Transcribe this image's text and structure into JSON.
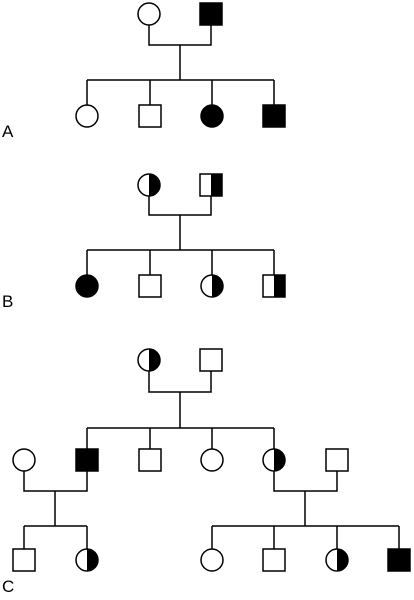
{
  "colors": {
    "stroke": "#000000",
    "affected": "#000000",
    "unaffected": "#ffffff"
  },
  "panels": [
    {
      "label": "A",
      "parents": [
        {
          "sex": "female",
          "status": "unaffected"
        },
        {
          "sex": "male",
          "status": "affected"
        }
      ],
      "children": [
        {
          "sex": "female",
          "status": "unaffected"
        },
        {
          "sex": "male",
          "status": "unaffected"
        },
        {
          "sex": "female",
          "status": "affected"
        },
        {
          "sex": "male",
          "status": "affected"
        }
      ]
    },
    {
      "label": "B",
      "parents": [
        {
          "sex": "female",
          "status": "carrier"
        },
        {
          "sex": "male",
          "status": "carrier"
        }
      ],
      "children": [
        {
          "sex": "female",
          "status": "affected"
        },
        {
          "sex": "male",
          "status": "unaffected"
        },
        {
          "sex": "female",
          "status": "carrier"
        },
        {
          "sex": "male",
          "status": "carrier"
        }
      ]
    },
    {
      "label": "C",
      "parents": [
        {
          "sex": "female",
          "status": "carrier"
        },
        {
          "sex": "male",
          "status": "unaffected"
        }
      ],
      "children": [
        {
          "sex": "male",
          "status": "affected"
        },
        {
          "sex": "male",
          "status": "unaffected"
        },
        {
          "sex": "female",
          "status": "unaffected"
        },
        {
          "sex": "female",
          "status": "carrier"
        }
      ],
      "spouses": [
        {
          "sex": "female",
          "status": "unaffected"
        },
        {
          "sex": "male",
          "status": "unaffected"
        }
      ],
      "grandchildren_left": [
        {
          "sex": "male",
          "status": "unaffected"
        },
        {
          "sex": "female",
          "status": "carrier"
        }
      ],
      "grandchildren_right": [
        {
          "sex": "female",
          "status": "unaffected"
        },
        {
          "sex": "male",
          "status": "unaffected"
        },
        {
          "sex": "female",
          "status": "carrier"
        },
        {
          "sex": "male",
          "status": "affected"
        }
      ]
    }
  ]
}
